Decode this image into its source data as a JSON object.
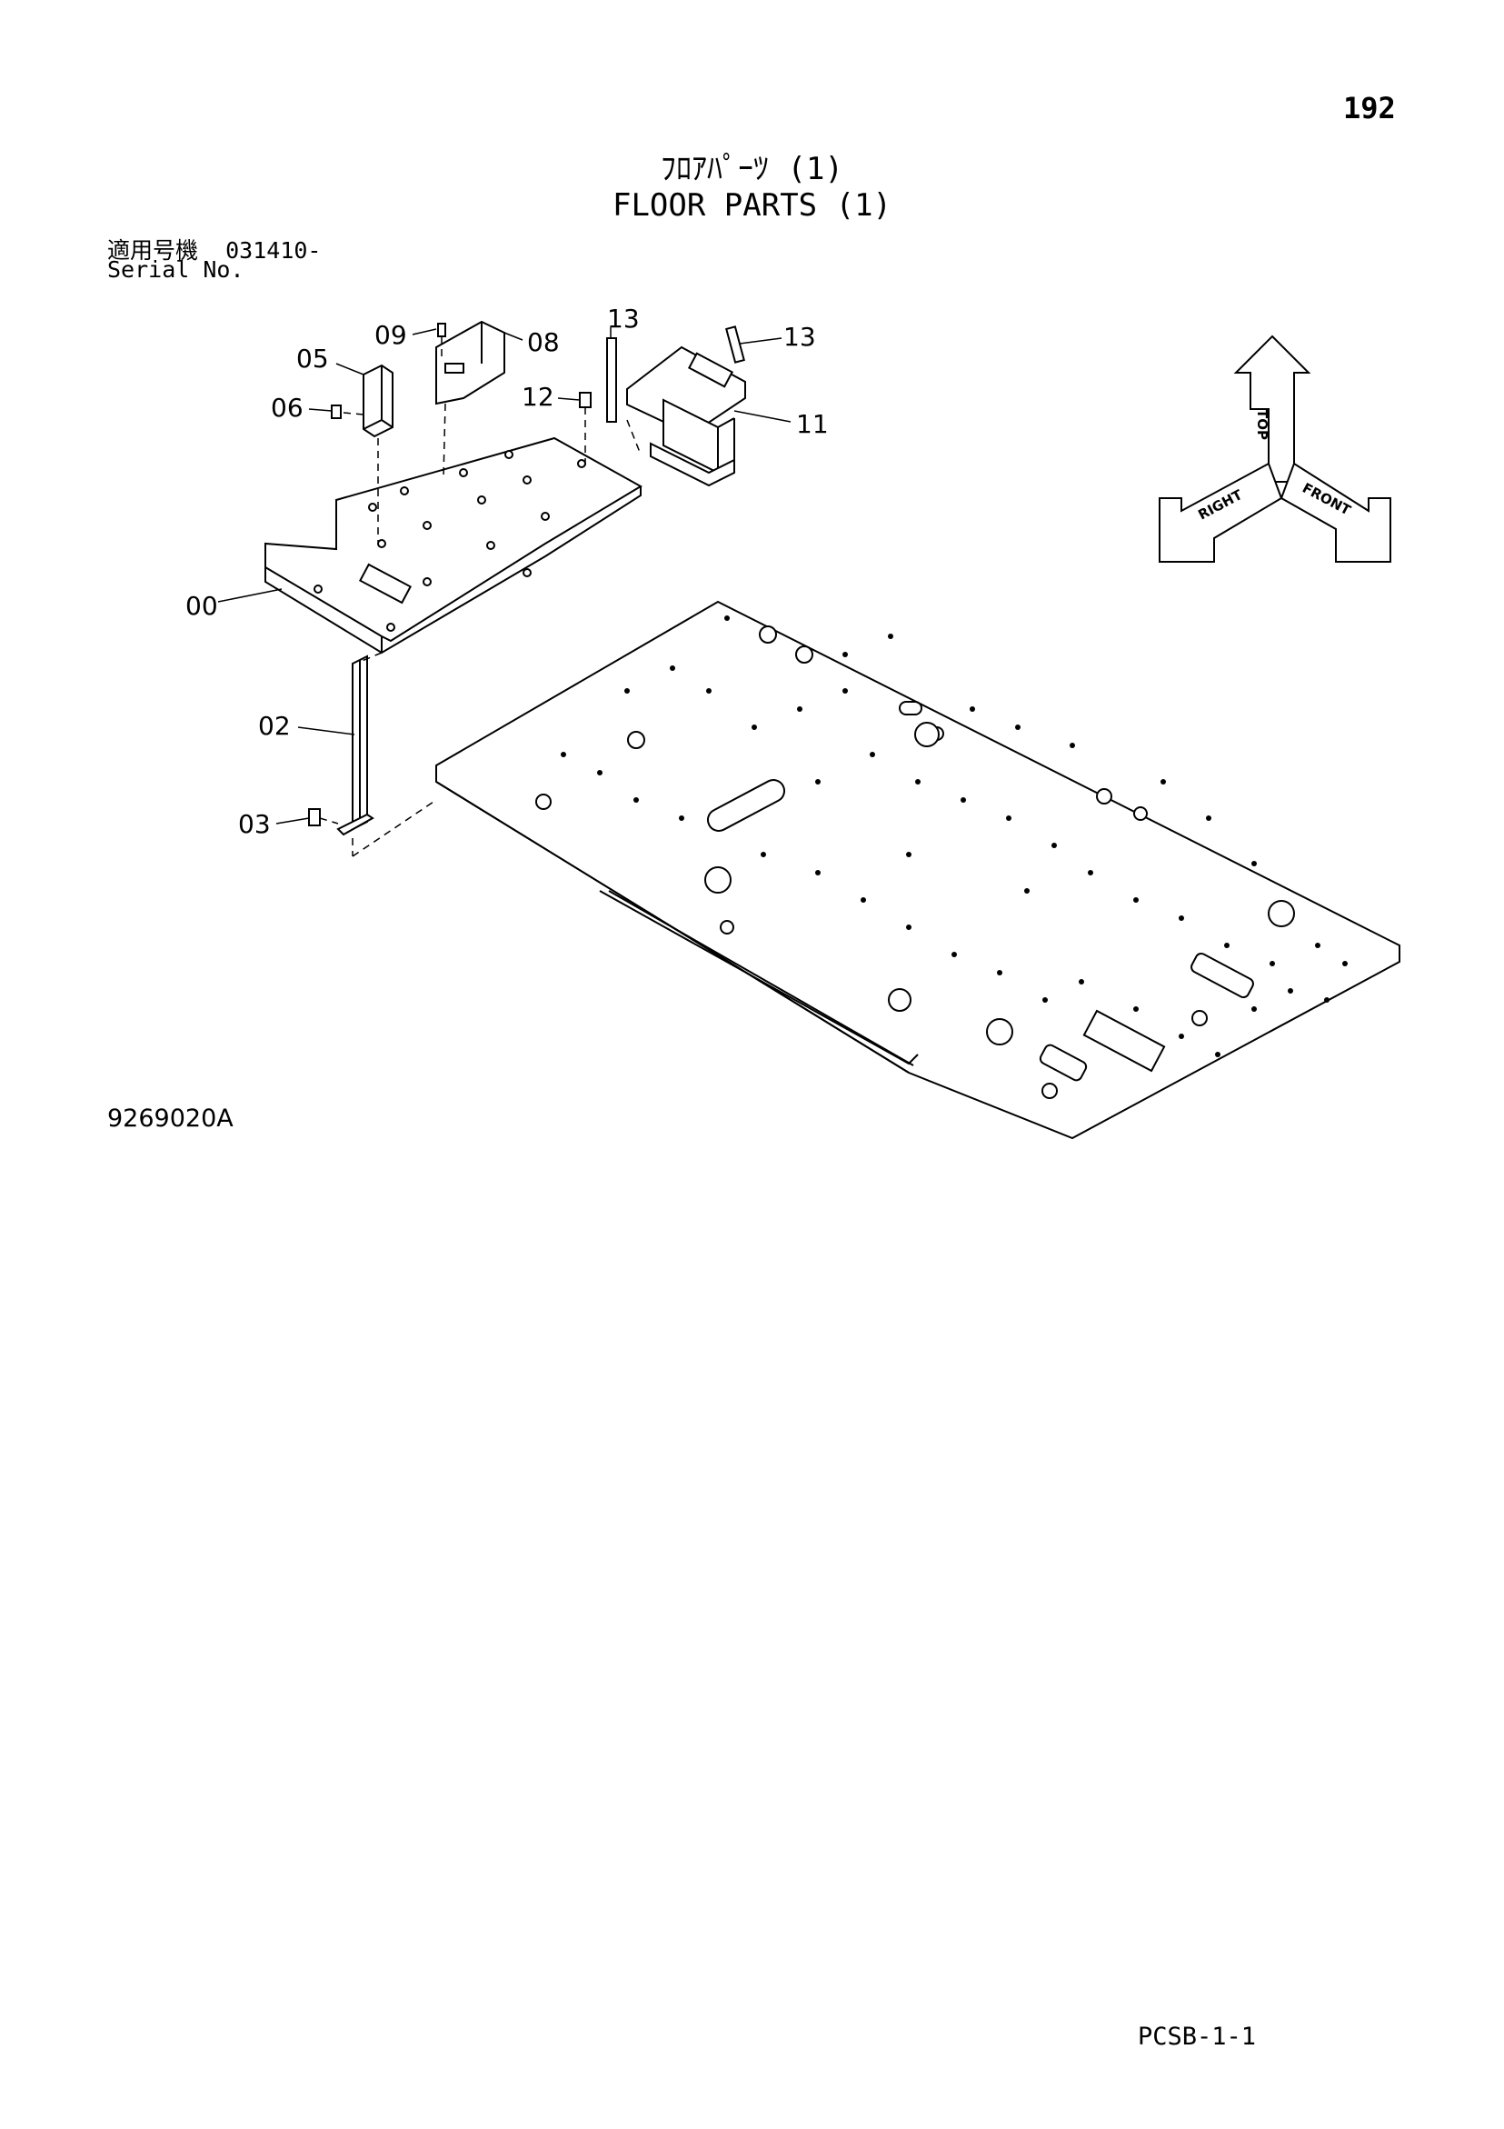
{
  "header": {
    "page_number": "192",
    "title_jp": "ﾌﾛｱﾊﾟｰﾂ (1)",
    "title_en": "FLOOR PARTS (1)",
    "serial_label_jp": "適用号機",
    "serial_range": "031410-",
    "serial_label_en": "Serial No."
  },
  "diagram": {
    "drawing_code": "9269020A",
    "callouts": [
      {
        "id": "c-09",
        "label": "09"
      },
      {
        "id": "c-08",
        "label": "08"
      },
      {
        "id": "c-05",
        "label": "05"
      },
      {
        "id": "c-06",
        "label": "06"
      },
      {
        "id": "c-13a",
        "label": "13"
      },
      {
        "id": "c-13b",
        "label": "13"
      },
      {
        "id": "c-12",
        "label": "12"
      },
      {
        "id": "c-11",
        "label": "11"
      },
      {
        "id": "c-00",
        "label": "00"
      },
      {
        "id": "c-02",
        "label": "02"
      },
      {
        "id": "c-03",
        "label": "03"
      }
    ],
    "orientation": {
      "top": "TOP",
      "right": "RIGHT",
      "front": "FRONT"
    }
  },
  "footer": {
    "code": "PCSB-1-1"
  }
}
